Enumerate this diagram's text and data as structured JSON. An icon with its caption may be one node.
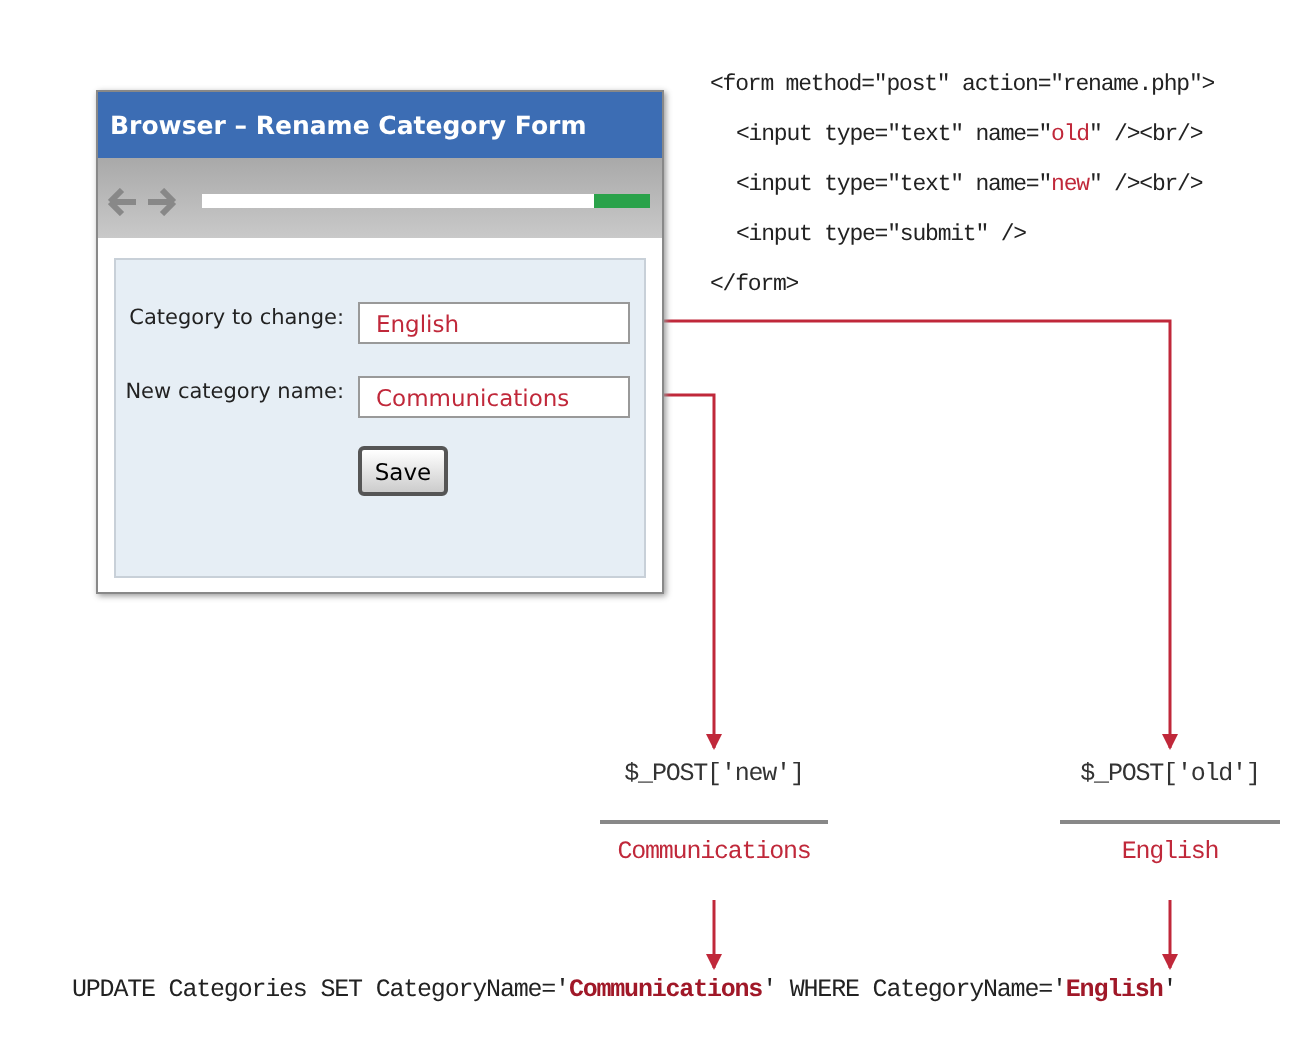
{
  "diagram": {
    "nodes": [
      {
        "text": [
          "Browser – Rename Category Form"
        ]
      },
      {
        "text": [
          "English"
        ],
        "in": 0
      },
      {
        "text": [
          "Communications"
        ],
        "in": 0
      },
      {
        "text": [
          "Save"
        ],
        "in": 0
      },
      {
        "text": [
          "$_POST['new']",
          "Communications"
        ]
      },
      {
        "text": [
          "$_POST['old']",
          "English"
        ]
      },
      {
        "text": [
          "UPDATE Categories SET CategoryName='**Communications**' WHERE CategoryName='**English**'"
        ]
      }
    ],
    "edges": [
      {
        "from": 1,
        "to": 5,
        "arrow": "to"
      },
      {
        "from": 2,
        "to": 4,
        "arrow": "to"
      },
      {
        "from": 4,
        "to": 6,
        "arrow": "to"
      },
      {
        "from": 5,
        "to": 6,
        "arrow": "to"
      }
    ],
    "labels": [
      "<form method=\"post\" action=\"rename.php\">",
      "<input type=\"text\" name=\"**old**\" /><br/>",
      "<input type=\"text\" name=\"**new**\" /><br/>",
      "<input type=\"submit\" />",
      "</form>",
      "Category to change:",
      "New category name:"
    ]
  }
}
